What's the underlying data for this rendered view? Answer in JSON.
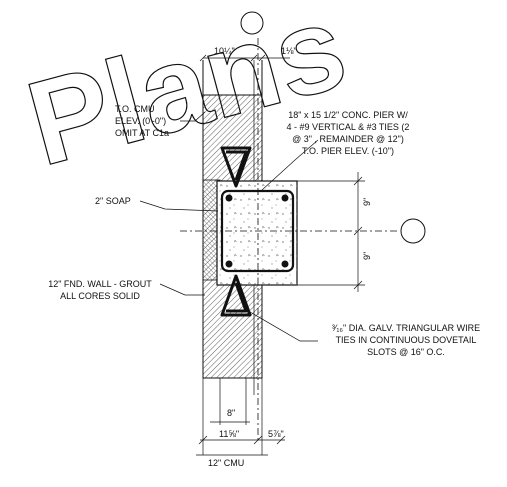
{
  "watermark": "Plans",
  "dimensions": {
    "top_left": "10¼\"",
    "top_right": "1⅛\"",
    "side_upper": "9\"",
    "side_lower": "9\"",
    "bottom_inner": "8\"",
    "bottom_left": "11⅝\"",
    "bottom_right": "5⅞\"",
    "bottom_overall": "12\" CMU"
  },
  "notes": {
    "cmu_top": [
      "T.O. CMU",
      "ELEV. (0'-0\")",
      "OMIT AT C1a"
    ],
    "pier": [
      "18\" x 15 1/2\" CONC. PIER W/",
      "4 - #9 VERTICAL & #3 TIES (2",
      "@ 3\" , REMAINDER @ 12\")",
      "T.O. PIER ELEV. (-10\")"
    ],
    "soap": "2\" SOAP",
    "wall": [
      "12\" FND. WALL - GROUT",
      "ALL CORES SOLID"
    ],
    "ties": [
      "³⁄₁₆\" DIA. GALV. TRIANGULAR WIRE",
      "TIES IN CONTINUOUS DOVETAIL",
      "SLOTS @ 16\" O.C."
    ]
  },
  "colors": {
    "line": "#111111",
    "background": "#ffffff"
  }
}
